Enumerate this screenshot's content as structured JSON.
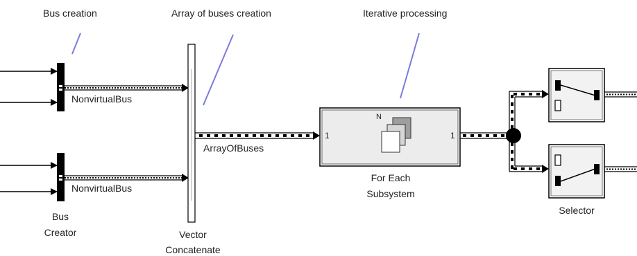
{
  "annotations": {
    "bus_creation": "Bus creation",
    "array_of_buses_creation": "Array of buses creation",
    "iterative_processing": "Iterative processing"
  },
  "blocks": {
    "bus_creator": {
      "line1": "Bus",
      "line2": "Creator"
    },
    "vector_concatenate": {
      "line1": "Vector",
      "line2": "Concatenate"
    },
    "for_each_subsystem": {
      "line1": "For Each",
      "line2": "Subsystem",
      "icon_letter": "N",
      "input_port": "1",
      "output_port": "1"
    },
    "selector": {
      "label": "Selector"
    }
  },
  "signals": {
    "nonvirtual_bus_top": "NonvirtualBus",
    "nonvirtual_bus_bottom": "NonvirtualBus",
    "array_of_buses": "ArrayOfBuses"
  },
  "colors": {
    "annotation_line": "#7b7bdc",
    "block_border": "#000000",
    "subsystem_fill": "#ececec",
    "selector_fill": "#f2f2f2",
    "bus_fill": "#000000"
  },
  "icons": [
    "for-each-stack-icon",
    "selector-switch-icon"
  ]
}
